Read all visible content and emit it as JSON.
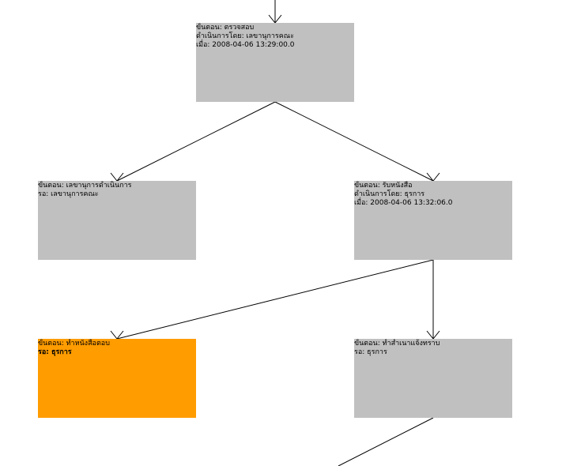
{
  "nodes": [
    {
      "id": "n1",
      "lines": [
        "ขั้นตอน: ตรวจสอบ",
        "ดำเนินการโดย: เลขานุการคณะ",
        "เมื่อ: 2008-04-06 13:29:00.0"
      ],
      "status": "done"
    },
    {
      "id": "n2",
      "lines": [
        "ขั้นตอน: เลขานุการดำเนินการ",
        "รอ: เลขานุการคณะ"
      ],
      "status": "pending"
    },
    {
      "id": "n3",
      "lines": [
        "ขั้นตอน: รับหนังสือ",
        "ดำเนินการโดย: ธุรการ",
        "เมื่อ: 2008-04-06 13:32:06.0"
      ],
      "status": "done"
    },
    {
      "id": "n4",
      "lines": [
        "ขั้นตอน: ทำหนังสือตอบ",
        "รอ: ธุรการ"
      ],
      "status": "active"
    },
    {
      "id": "n5",
      "lines": [
        "ขั้นตอน: ทำสำเนาแจ้งทราบ",
        "รอ: ธุรการ"
      ],
      "status": "pending"
    }
  ],
  "edges": [
    {
      "from": "n1",
      "to": "n2"
    },
    {
      "from": "n1",
      "to": "n3"
    },
    {
      "from": "n3",
      "to": "n4"
    },
    {
      "from": "n3",
      "to": "n5"
    }
  ],
  "colors": {
    "node_fill": "#c0c0c0",
    "active_fill": "#ff9c00",
    "edge": "#000000"
  }
}
